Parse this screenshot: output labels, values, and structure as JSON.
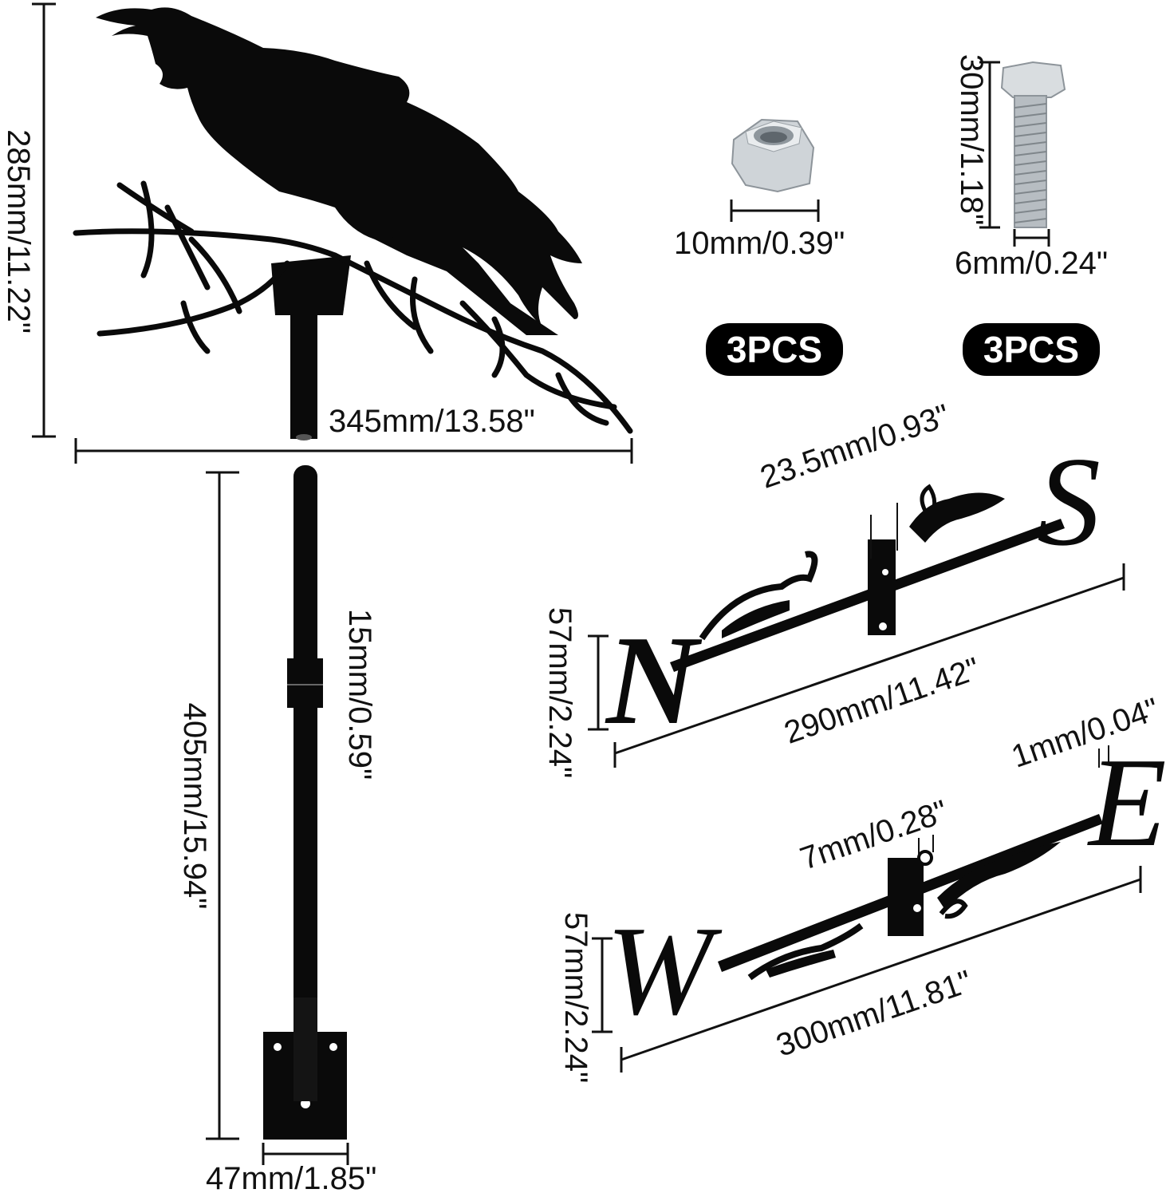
{
  "raven": {
    "height_label": "285mm/11.22\"",
    "width_label": "345mm/13.58\""
  },
  "nut": {
    "size_label": "10mm/0.39\"",
    "qty_label": "3PCS"
  },
  "bolt": {
    "length_label": "30mm/1.18\"",
    "width_label": "6mm/0.24\"",
    "qty_label": "3PCS"
  },
  "pole": {
    "length_label": "405mm/15.94\"",
    "diameter_label": "15mm/0.59\"",
    "plate_label": "47mm/1.85\""
  },
  "ns_arrow": {
    "height_label": "57mm/2.24\"",
    "length_label": "290mm/11.42\"",
    "bracket_label": "23.5mm/0.93\"",
    "letter_n": "N",
    "letter_s": "S"
  },
  "we_arrow": {
    "height_label": "57mm/2.24\"",
    "length_label": "300mm/11.81\"",
    "hole_label": "7mm/0.28\"",
    "thickness_label": "1mm/0.04\"",
    "letter_w": "W",
    "letter_e": "E"
  },
  "colors": {
    "metal": "#0a0a0a",
    "hardware": "#c9ced3",
    "badge": "#000000"
  }
}
